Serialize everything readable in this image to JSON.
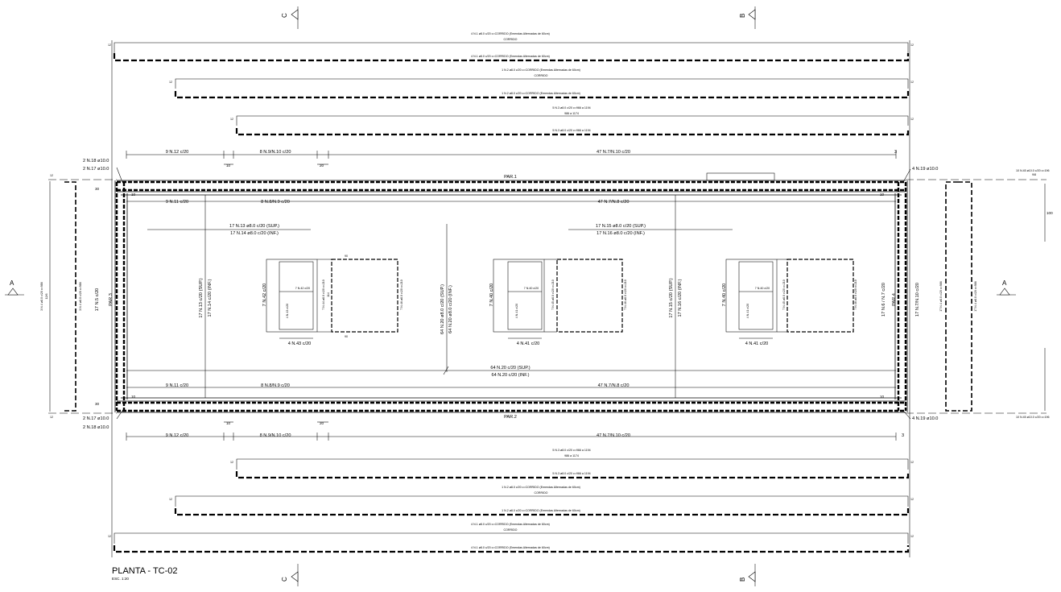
{
  "title": {
    "main": "PLANTA - TC-02",
    "scale": "ESC. 1:20"
  },
  "sections": {
    "a": "A",
    "b": "B",
    "c": "C"
  },
  "top_bars": {
    "n1_label": "4 N.1 ø8.0 c/20 c=CORRIDO (Emendas Alternadas de 60cm)",
    "corrido": "CORRIDO",
    "n2_label": "1 N.2 ø8.0 c/20 c=CORRIDO (Emendas Alternadas de 60cm)",
    "n3_label": "5 N.3 ø8.0 c/20 c=966 a 1194",
    "n3_range": "986 a 1174",
    "hook": "12"
  },
  "dims": {
    "n12": "9 N.12 c/20",
    "n9n10": "8 N.9/N.10 c/20",
    "n7n10": "47 N.7/N.10 c/20",
    "n11": "9 N.11 c/20",
    "n8n9": "8 N.8/N.9 c/20",
    "n7n8": "47 N.7/N.8 c/20",
    "ten": "10",
    "twenty": "20",
    "three": "3",
    "thirty": "30",
    "n18": "2 N.18 ø10.0",
    "n17": "2 N.17 ø10.0",
    "n19": "4 N.19 ø10.0",
    "par1": "PAR.1",
    "par2": "PAR.2",
    "par3": "PAR.3",
    "par4": "PAR.4",
    "n5": "17 N.5 c/20",
    "n6n7": "17 N.6 / N.7 c/20",
    "n7n10v": "17 N.7/N.10 c/20",
    "n4_left": "3 N.4 ø8.0 c/20 c=986",
    "n4_left2": "3 N.4 ø8.0 c/20 c=986",
    "n4_left_sub": "12/6",
    "n4_right": "17 N.4 ø8.0 c/20 c=986",
    "n45_top": "10 N.45 ø10.0 c/20 c=196",
    "n45_top_sub": "9/8",
    "n45_bot": "10 N.45 ø10.0 c/20 c=196",
    "hundred": "100"
  },
  "slab": {
    "n13_sup": "17 N.13 ø8.0 c/20 (SUP.)",
    "n14_inf": "17 N.14 ø8.0 c/20 (INF.)",
    "n15_sup": "17 N.15 ø8.0 c/20 (SUP.)",
    "n16_inf": "17 N.16 ø8.0 c/20 (INF.)",
    "n13v_sup": "17 N.13 c/20 (SUP.)",
    "n14v_inf": "17 N.14 c/20 (INF.)",
    "n15v_sup": "17 N.15 c/20 (SUP.)",
    "n16v_inf": "17 N.16 c/20 (INF.)",
    "n20v_sup": "64 N.20 ø8.0 c/20 (SUP.)",
    "n20v_inf": "64 N.20 ø8.0 c/20 (INF.)",
    "n20_sup": "64 N.20 c/20 (SUP.)",
    "n20_inf": "64 N.20 c/20 (INF.)"
  },
  "openings": {
    "n43": "4 N.43 c/20",
    "n41a": "4 N.41 c/20",
    "n41b": "4 N.41 c/20",
    "n42": "7 N.42 c/20",
    "n40a": "7 N.40 c/20",
    "n40b": "7 N.40 c/20",
    "n42s": "7 N.42 c/20",
    "n40s": "7 N.40 c/20",
    "n44": "7 N.44 ø8.0 c/20 c=210",
    "n44_sub": "114",
    "n46": "7 N.46 ø8.0 c/20 c=210",
    "n46b": "7 N.46 ø8.0 c/20 c=210",
    "n45": "7 N.45 ø8.0 c/20 c=210",
    "n43s": "4 N.43 c/20",
    "n41s": "4 N.41 c/20",
    "ninety": "90"
  }
}
